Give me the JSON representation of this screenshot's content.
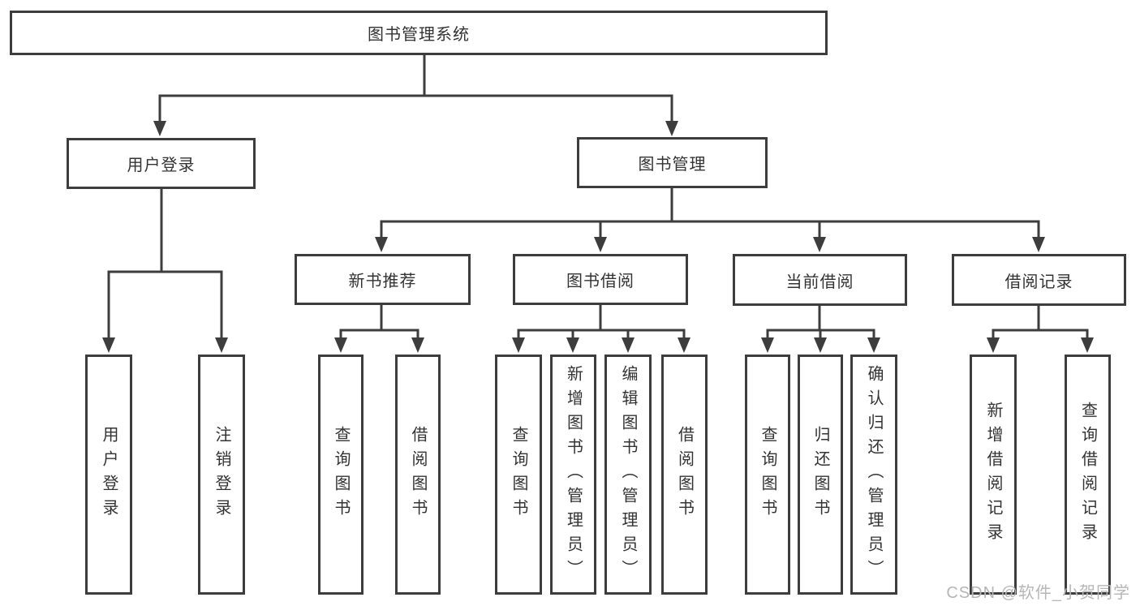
{
  "diagram": {
    "title": "图书管理系统",
    "root": "图书管理系统",
    "children": [
      {
        "label": "用户登录",
        "children": [
          "用户登录",
          "注销登录"
        ]
      },
      {
        "label": "图书管理",
        "children": [
          {
            "label": "新书推荐",
            "children": [
              "查询图书",
              "借阅图书"
            ]
          },
          {
            "label": "图书借阅",
            "children": [
              "查询图书",
              "新增图书（管理员）",
              "编辑图书（管理员）",
              "借阅图书"
            ]
          },
          {
            "label": "当前借阅",
            "children": [
              "查询图书",
              "归还图书",
              "确认归还（管理员）"
            ]
          },
          {
            "label": "借阅记录",
            "children": [
              "新增借阅记录",
              "查询借阅记录"
            ]
          }
        ]
      }
    ]
  },
  "watermark": {
    "text": "CSDN @软件_小贺同学"
  },
  "colors": {
    "line": "#3d3d3d",
    "text": "#333333",
    "watermark": "#b6b6b6",
    "background": "#ffffff"
  }
}
